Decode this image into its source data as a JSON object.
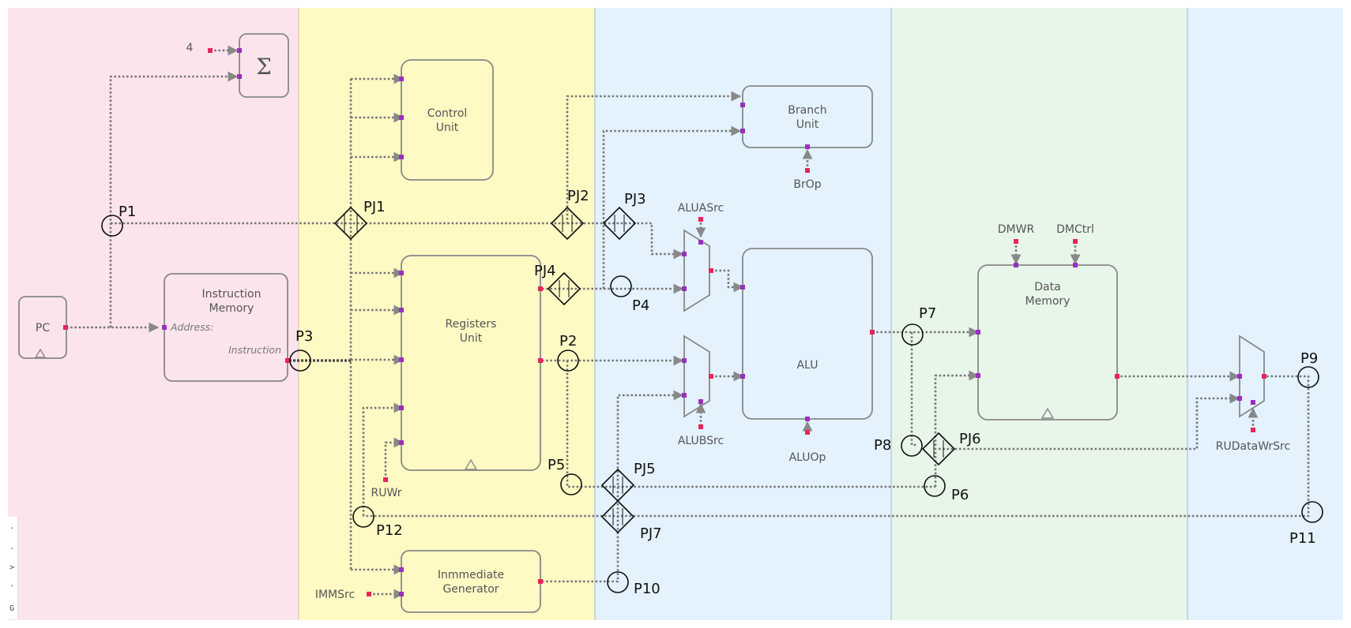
{
  "blocks": {
    "pc": "PC",
    "instr_mem": [
      "Instruction",
      "Memory"
    ],
    "address": "Address:",
    "instruction": "Instruction",
    "sum": "Σ",
    "four": "4",
    "control": [
      "Control",
      "Unit"
    ],
    "registers": [
      "Registers",
      "Unit"
    ],
    "imm": [
      "Inmmediate",
      "Generator"
    ],
    "branch": [
      "Branch",
      "Unit"
    ],
    "alu": "ALU",
    "dmem": [
      "Data",
      "Memory"
    ]
  },
  "signals": {
    "ruwr": "RUWr",
    "immsrc": "IMMSrc",
    "aluasrc": "ALUASrc",
    "alubsrc": "ALUBSrc",
    "brop": "BrOp",
    "aluop": "ALUOp",
    "dmwr": "DMWR",
    "dmctrl": "DMCtrl",
    "rudatawrsrc": "RUDataWrSrc"
  },
  "points": {
    "p1": "P1",
    "p2": "P2",
    "p3": "P3",
    "p4": "P4",
    "p5": "P5",
    "p6": "P6",
    "p7": "P7",
    "p8": "P8",
    "p9": "P9",
    "p10": "P10",
    "p11": "P11",
    "p12": "P12"
  },
  "junctions": {
    "pj1": "PJ1",
    "pj2": "PJ2",
    "pj3": "PJ3",
    "pj4": "PJ4",
    "pj5": "PJ5",
    "pj6": "PJ6",
    "pj7": "PJ7"
  },
  "stage_colors": {
    "fetch": "#fce4ec",
    "decode": "#fff9c4",
    "execute": "#e3f2fd",
    "memory": "#e8f5e9",
    "writeback": "#e3f2fd"
  },
  "toolbar_glyphs": [
    ".",
    ".",
    ">",
    "'",
    "G"
  ]
}
